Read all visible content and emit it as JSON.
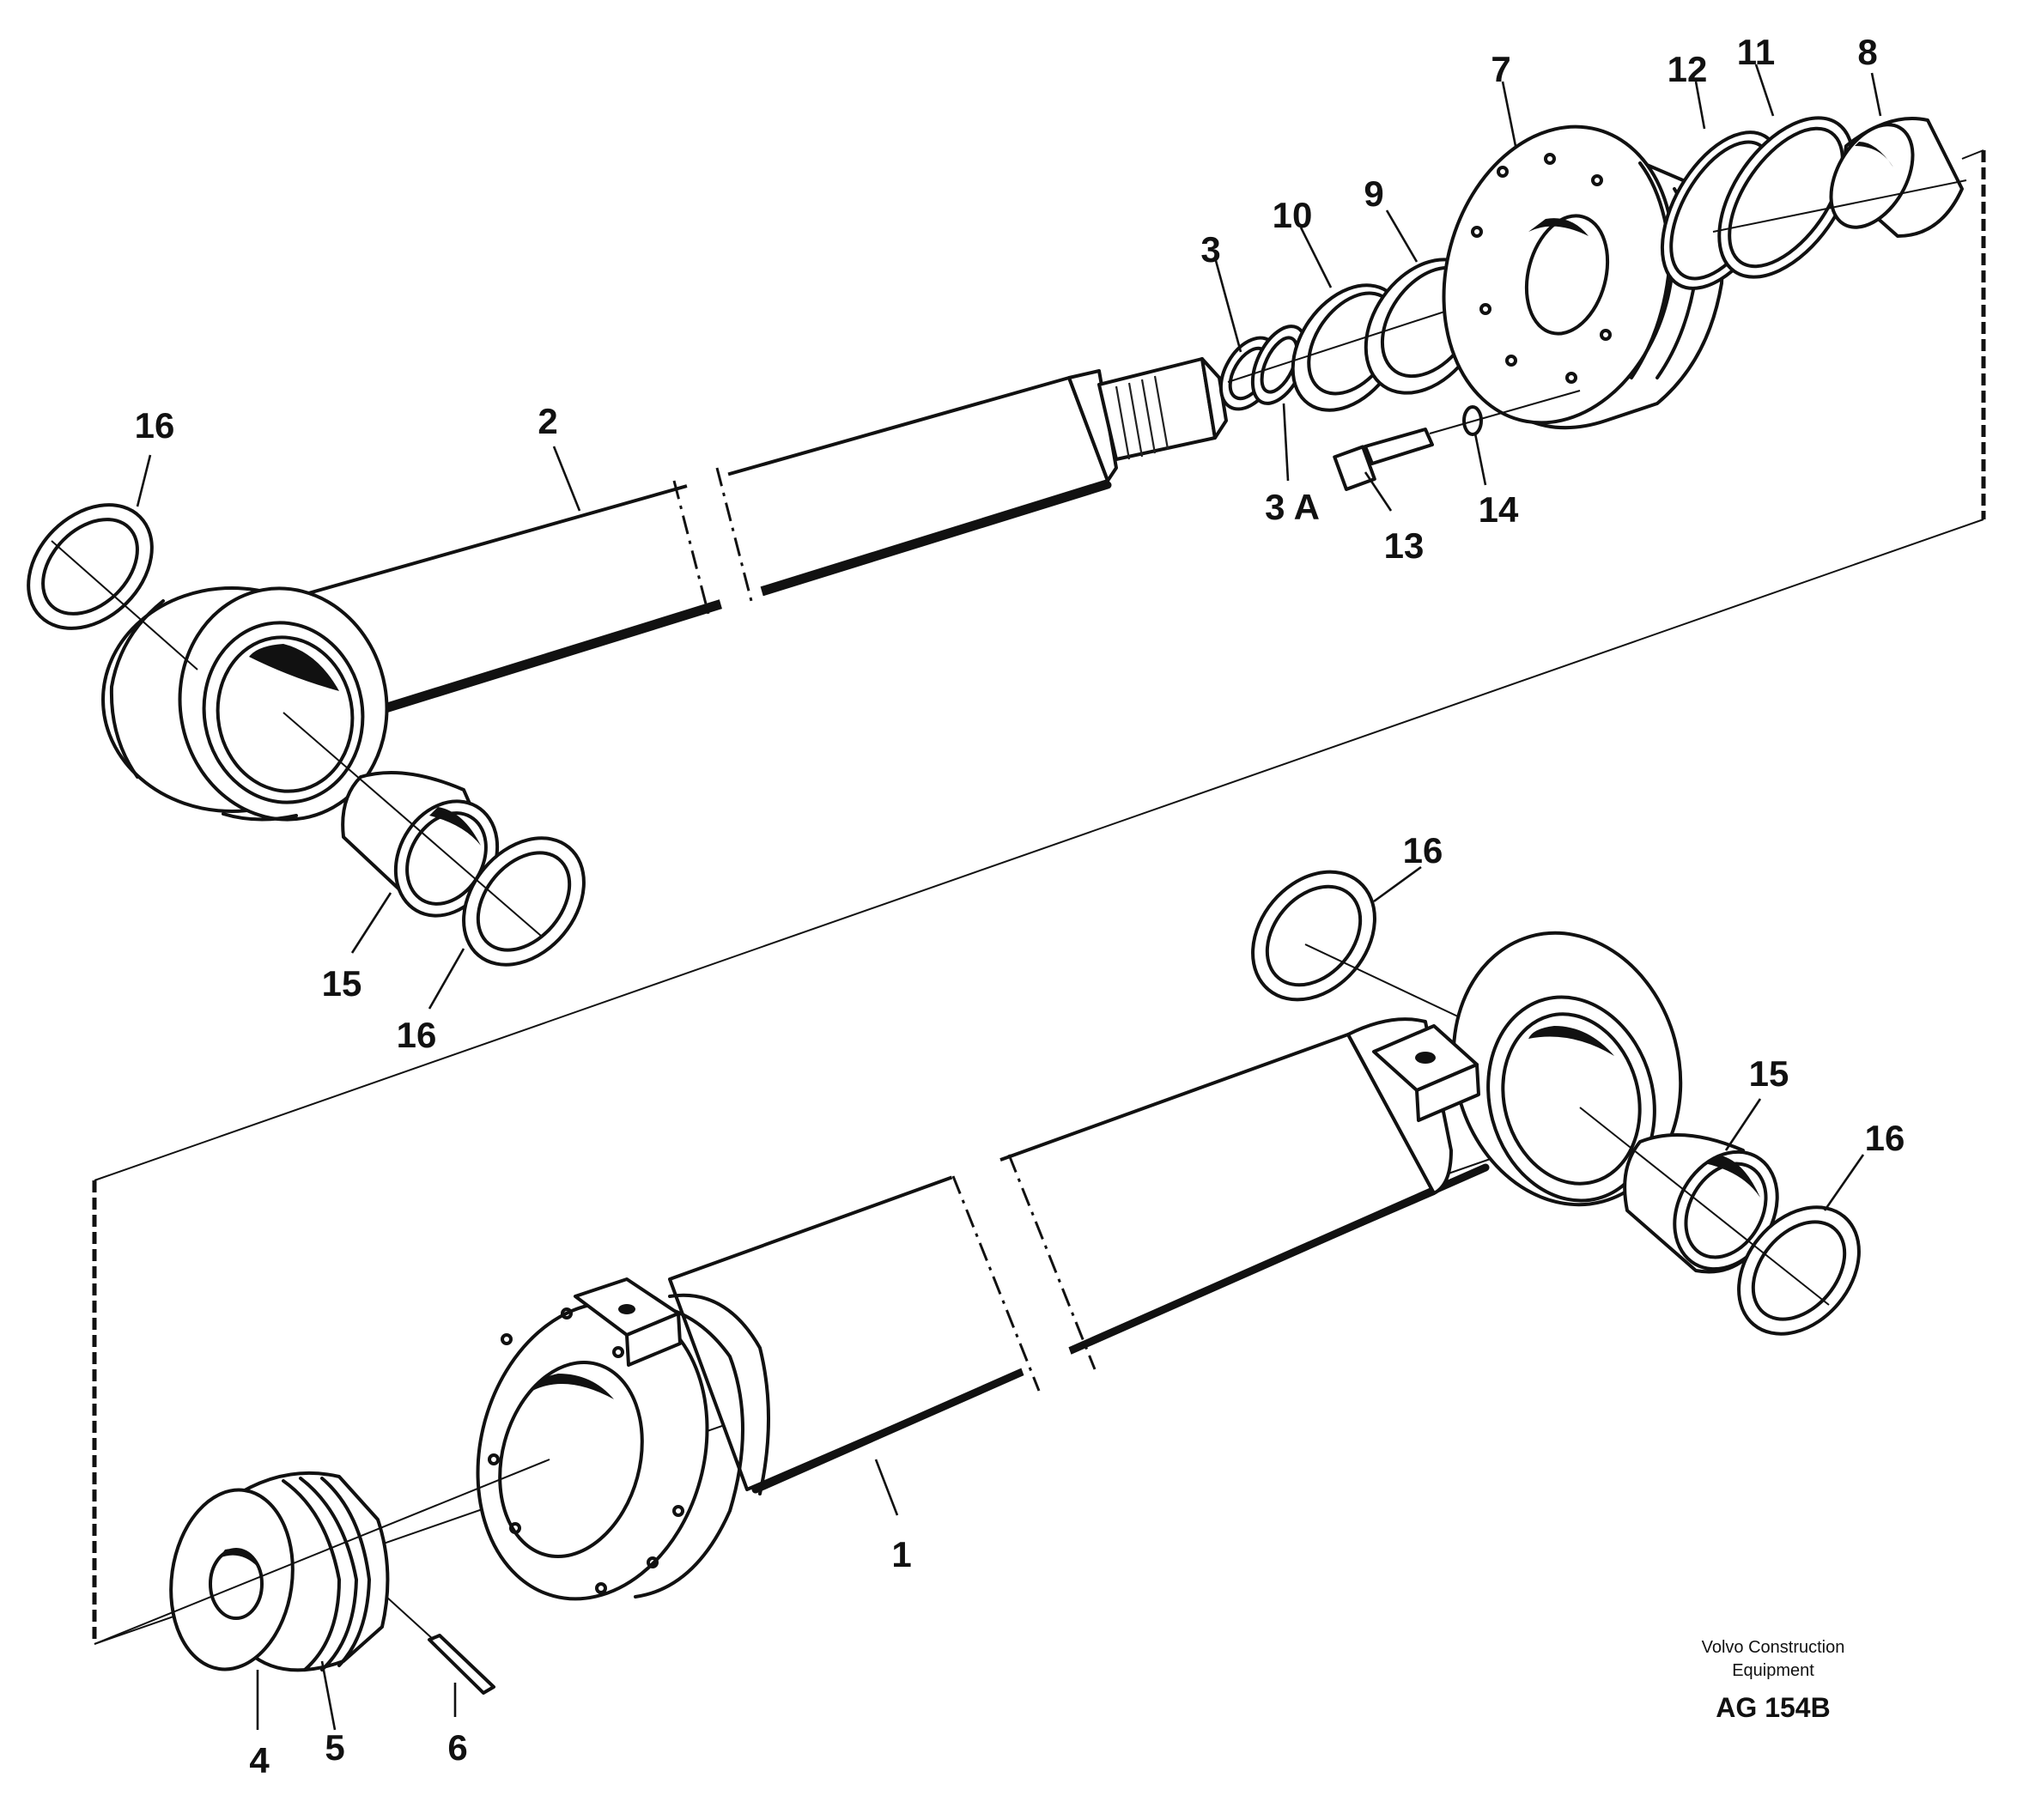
{
  "diagram": {
    "callouts": {
      "c1": "1",
      "c2": "2",
      "c3": "3",
      "c3a": "3 A",
      "c4": "4",
      "c5": "5",
      "c6": "6",
      "c7": "7",
      "c8": "8",
      "c9": "9",
      "c10": "10",
      "c11": "11",
      "c12": "12",
      "c13": "13",
      "c14": "14",
      "c15a": "15",
      "c15b": "15",
      "c16a": "16",
      "c16b": "16",
      "c16c": "16",
      "c16d": "16"
    },
    "brand_line1": "Volvo Construction",
    "brand_line2": "Equipment",
    "figure_code": "AG 154B"
  }
}
